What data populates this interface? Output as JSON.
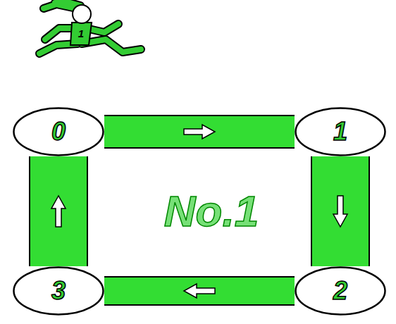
{
  "diagram": {
    "nodes": [
      {
        "text": [
          "0"
        ]
      },
      {
        "text": [
          "1"
        ]
      },
      {
        "text": [
          "2"
        ]
      },
      {
        "text": [
          "3"
        ]
      }
    ],
    "edges": [
      {
        "from": 0,
        "to": 1,
        "arrow": "to"
      },
      {
        "from": 1,
        "to": 2,
        "arrow": "to"
      },
      {
        "from": 2,
        "to": 3,
        "arrow": "to"
      },
      {
        "from": 3,
        "to": 0,
        "arrow": "to"
      }
    ],
    "labels": [
      "1",
      "No.1"
    ]
  }
}
